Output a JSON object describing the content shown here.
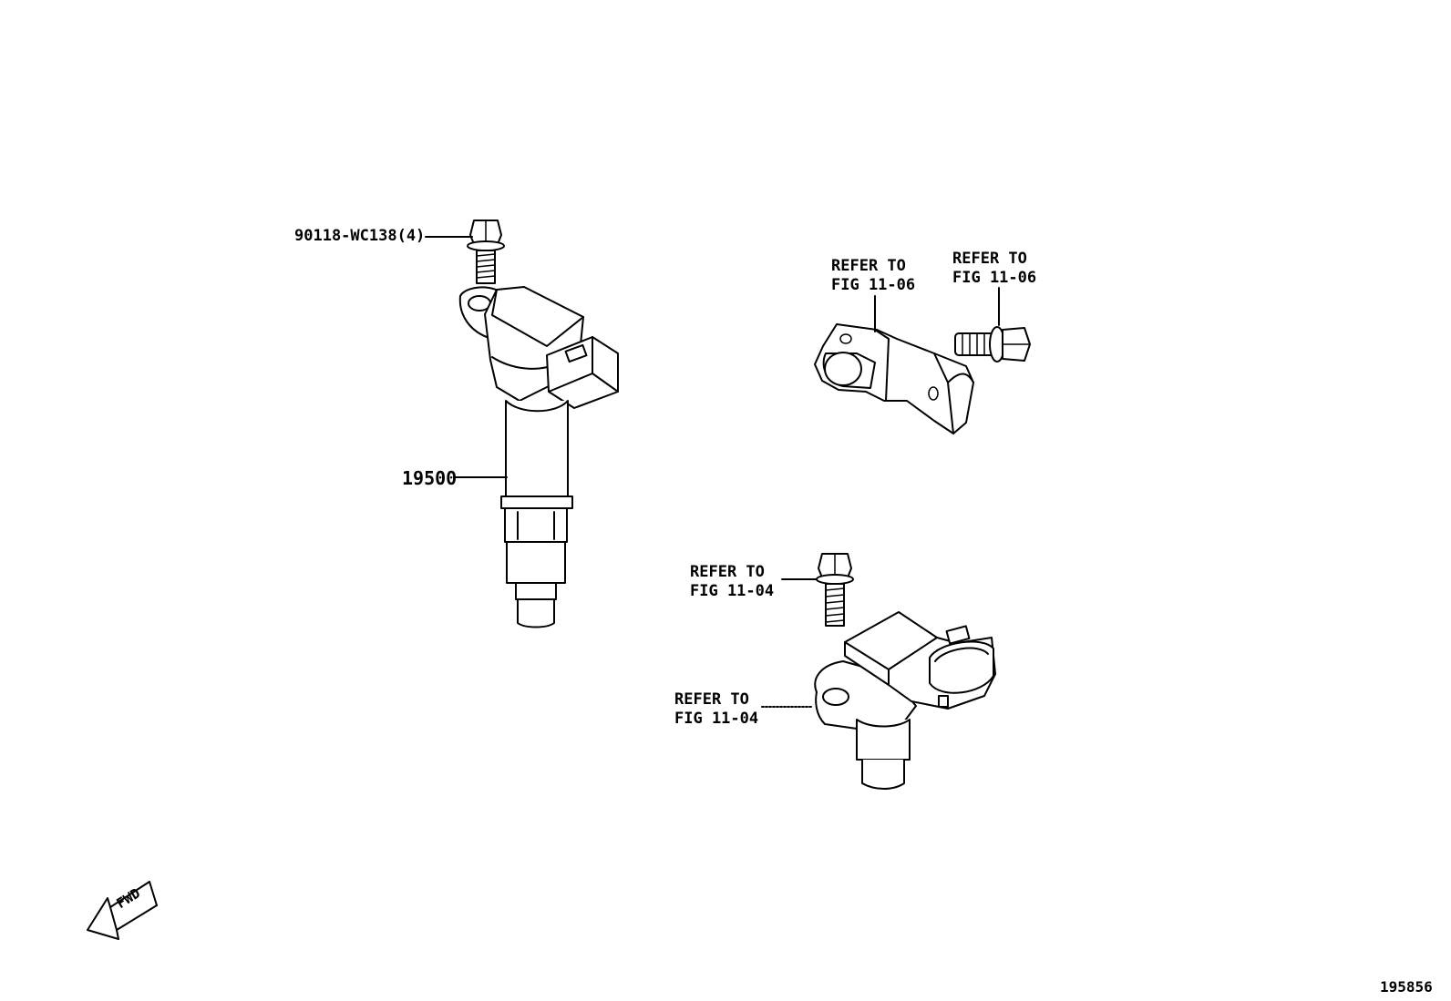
{
  "labels": {
    "bolt_coil": "90118-WC138(4)",
    "coil_part": "19500",
    "sensor_top_body_line1": "REFER TO",
    "sensor_top_body_line2": "FIG 11-06",
    "sensor_top_bolt_line1": "REFER TO",
    "sensor_top_bolt_line2": "FIG 11-06",
    "sensor_bottom_bolt_line1": "REFER TO",
    "sensor_bottom_bolt_line2": "FIG 11-04",
    "sensor_bottom_body_line1": "REFER TO",
    "sensor_bottom_body_line2": "FIG 11-04",
    "fwd": "FWD",
    "diagram_id": "195856"
  },
  "icons": {
    "direction_arrow": "fwd-arrow-icon"
  }
}
